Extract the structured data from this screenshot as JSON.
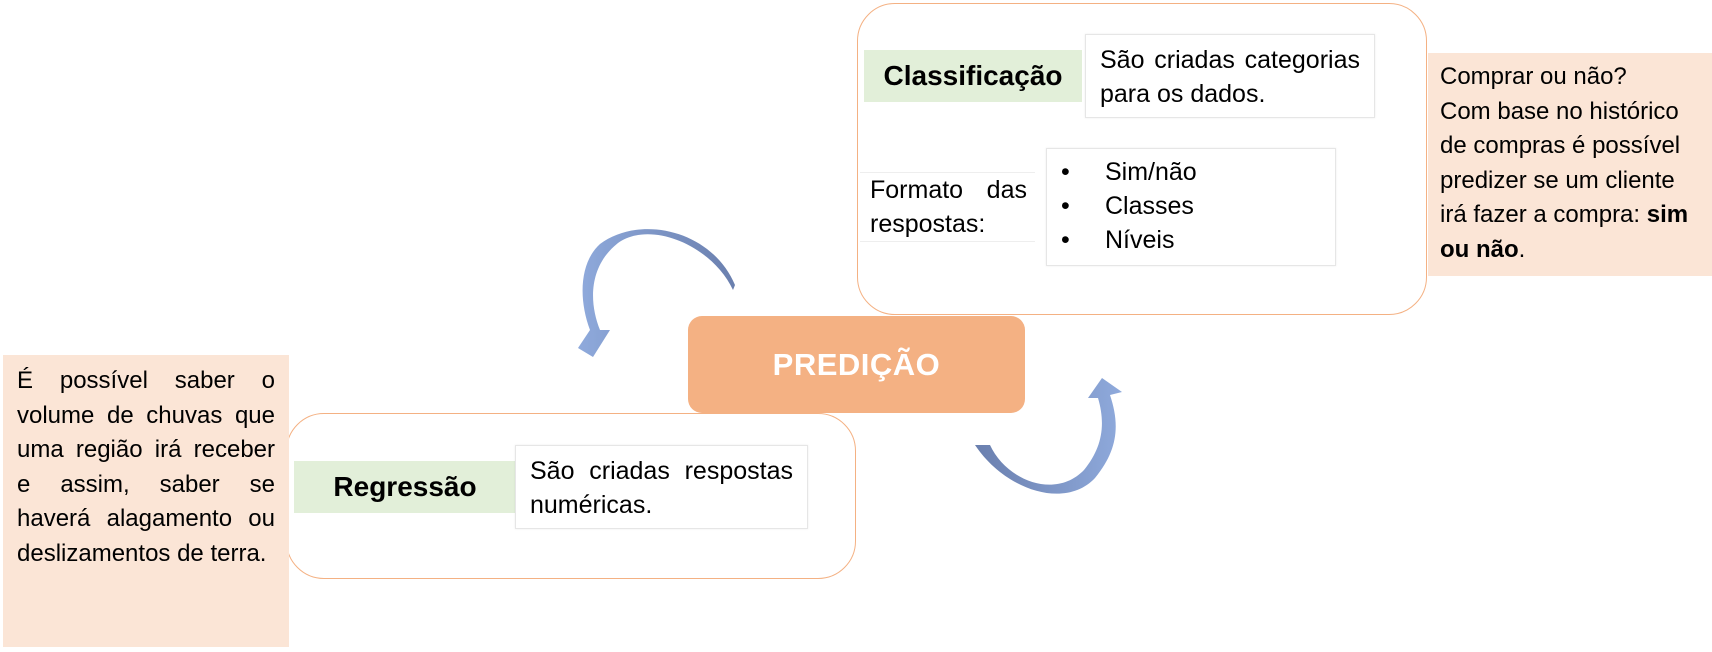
{
  "center": {
    "label": "PREDIÇÃO",
    "color": "#f4b183"
  },
  "classificacao": {
    "title": "Classificação",
    "description": "São criadas categorias para os dados.",
    "formato_label": "Formato das respostas:",
    "formato_items": [
      "Sim/não",
      "Classes",
      "Níveis"
    ]
  },
  "regressao": {
    "title": "Regressão",
    "description": "São criadas respostas numéricas."
  },
  "notes": {
    "right_line1": "Comprar ou não?",
    "right_line2": "Com base no histórico de compras é possível predizer se um cliente irá fazer a compra:",
    "right_bold": "sim ou não",
    "right_end": ".",
    "left": "É possível saber o volume de chuvas que uma região irá receber e assim, saber se haverá alagamento ou deslizamentos de terra."
  },
  "colors": {
    "panel_border": "#f4b183",
    "label_bg": "#e2efd9",
    "note_bg": "#fbe5d6",
    "arrow_light": "#8faadc",
    "arrow_dark": "#6a7fae"
  }
}
